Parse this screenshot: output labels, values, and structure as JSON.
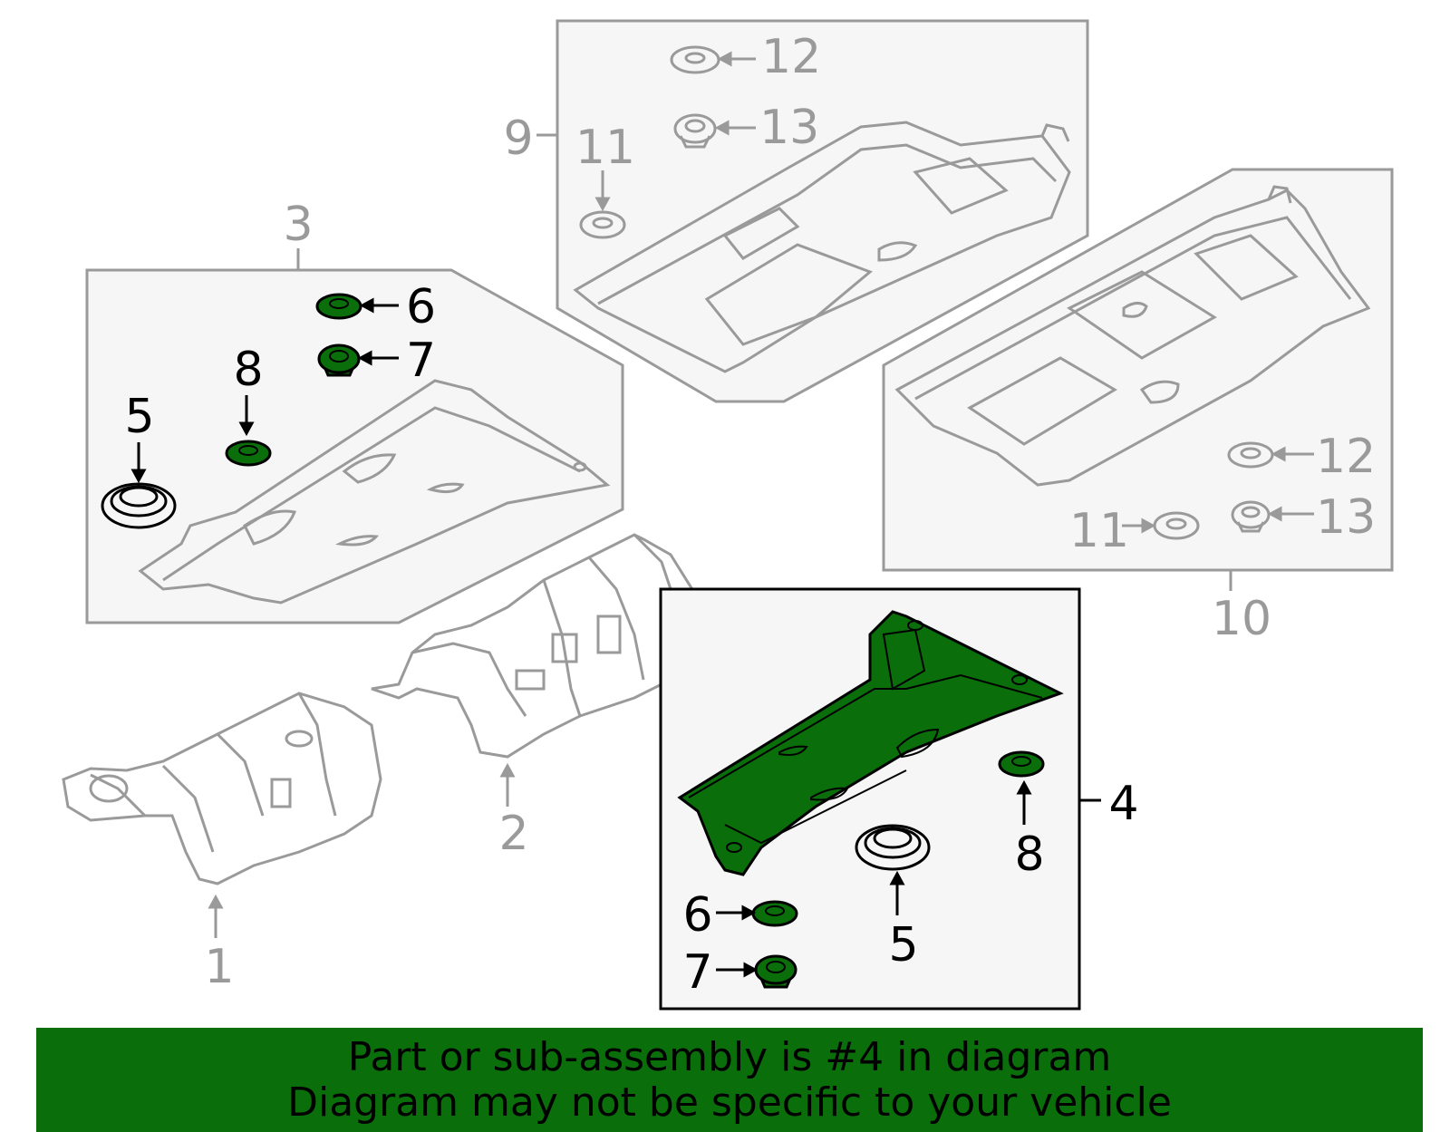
{
  "callouts": {
    "n1": "1",
    "n2": "2",
    "n3": "3",
    "n4": "4",
    "n5a": "5",
    "n5b": "5",
    "n6a": "6",
    "n6b": "6",
    "n7a": "7",
    "n7b": "7",
    "n8a": "8",
    "n8b": "8",
    "n9": "9",
    "n10": "10",
    "n11a": "11",
    "n11b": "11",
    "n12a": "12",
    "n12b": "12",
    "n13a": "13",
    "n13b": "13"
  },
  "banner": {
    "line1": "Part or sub-assembly is #4 in diagram",
    "line2": "Diagram may not be specific to your vehicle"
  },
  "colors": {
    "highlight": "#0a6e0a",
    "part_outline_grey": "#9a9a9a",
    "panel_fill": "#f6f6f6"
  }
}
